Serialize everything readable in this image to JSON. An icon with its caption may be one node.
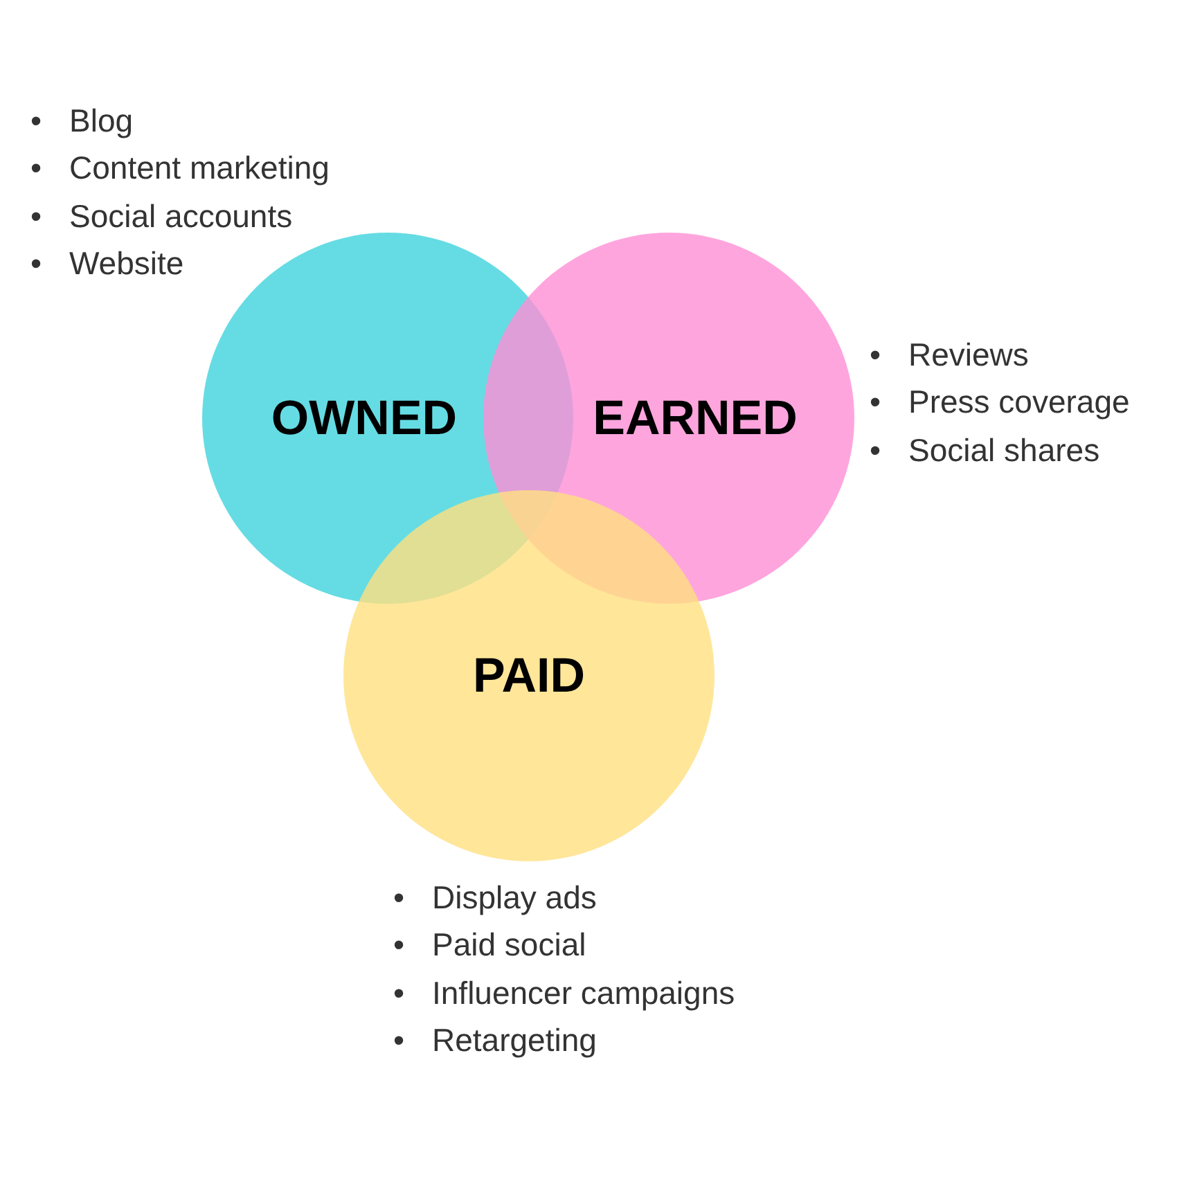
{
  "diagram": {
    "nodes": [
      {
        "text": [
          "OWNED"
        ],
        "beside": [
          "Blog",
          "Content marketing",
          "Social accounts",
          "Website"
        ]
      },
      {
        "text": [
          "EARNED"
        ],
        "beside": [
          "Reviews",
          "Press coverage",
          "Social shares"
        ]
      },
      {
        "text": [
          "PAID"
        ],
        "beside": [
          "Display ads",
          "Paid social",
          "Influencer campaigns",
          "Retargeting"
        ]
      }
    ],
    "labels": [
      "•",
      "•",
      "•",
      "•",
      "•",
      "•",
      "•",
      "•",
      "•",
      "•",
      "•"
    ]
  }
}
